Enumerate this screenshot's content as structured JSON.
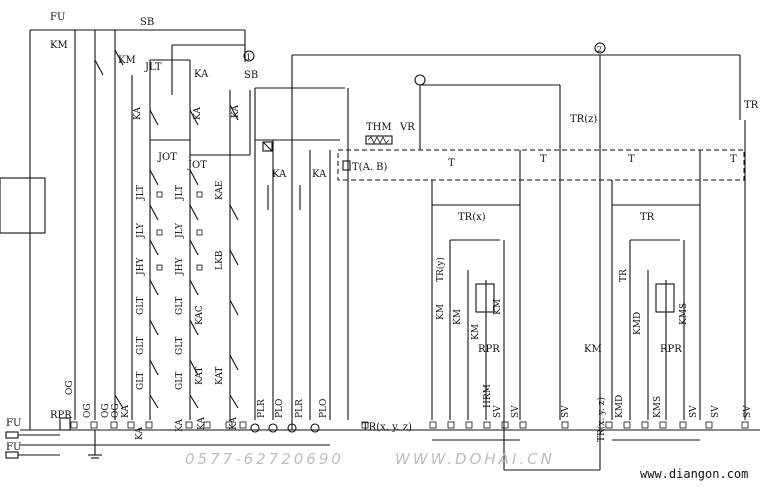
{
  "labels": {
    "fu1": "FU",
    "km_top": "KM",
    "sb_top": "SB",
    "km_coil": "KM",
    "jlt": "JLT",
    "ka_top": "KA",
    "sb2": "SB",
    "ka_left1": "KA",
    "ka_left2": "KA",
    "ka_left3": "KA",
    "jot1": "JOT",
    "jot2": "JOT",
    "jlt1": "JLT",
    "jlt2": "JLT",
    "jly1": "JLY",
    "jly2": "JLY",
    "jhy1": "JHY",
    "jhy2": "JHY",
    "glt_a": "GLT",
    "glt_b": "GLT",
    "glt_c": "GLT",
    "glt_d": "GLT",
    "glt_e": "GLT",
    "glt_f": "GLT",
    "kae": "KAE",
    "lkb": "LKB",
    "kac": "KAC",
    "kat1": "KAT",
    "kat2": "KAT",
    "ka11": "KA",
    "ka12": "KA",
    "thm": "THM",
    "vr": "VR",
    "tab": "T(A. B)",
    "t1": "T",
    "t2": "T",
    "t3": "T",
    "t4": "T",
    "trz1": "TR(z)",
    "trz2": "TR",
    "trx1": "TR(x)",
    "trx2": "TR",
    "try1": "TR(y)",
    "try2": "TR",
    "km_a": "KM",
    "km_b": "KM",
    "km_c": "KM",
    "km_d": "KM",
    "kms1": "KMS",
    "kms2": "KMS",
    "kmd1": "KMD",
    "kmd2": "KMD",
    "km2": "KM",
    "rpr1": "RPR",
    "rpr2": "RPR",
    "rpr_left": "RPR",
    "trxyz1": "TR(x. y. z)",
    "trxyz2": "TR(x. y. z)",
    "hrm": "HRM",
    "fu_left1": "FU",
    "fu_left2": "FU",
    "og1": "OG",
    "og2": "OG",
    "og3": "OG",
    "og4": "OG",
    "plr1": "PLR",
    "plo1": "PLO",
    "plr2": "PLR",
    "plo2": "PLO",
    "sv1": "SV",
    "sv2": "SV",
    "sv3": "SV",
    "sv4": "SV",
    "sv5": "SV",
    "sv6": "SV",
    "ka_b1": "KA",
    "ka_b2": "KA",
    "ka_b3": "KA",
    "ka_b4": "KA",
    "ka_b5": "KA",
    "num1": "1",
    "num2": "2"
  },
  "watermark": {
    "phone": "0577-62720690",
    "domain": "WWW.DOHAI.CN",
    "site": "www.diangon.com"
  }
}
